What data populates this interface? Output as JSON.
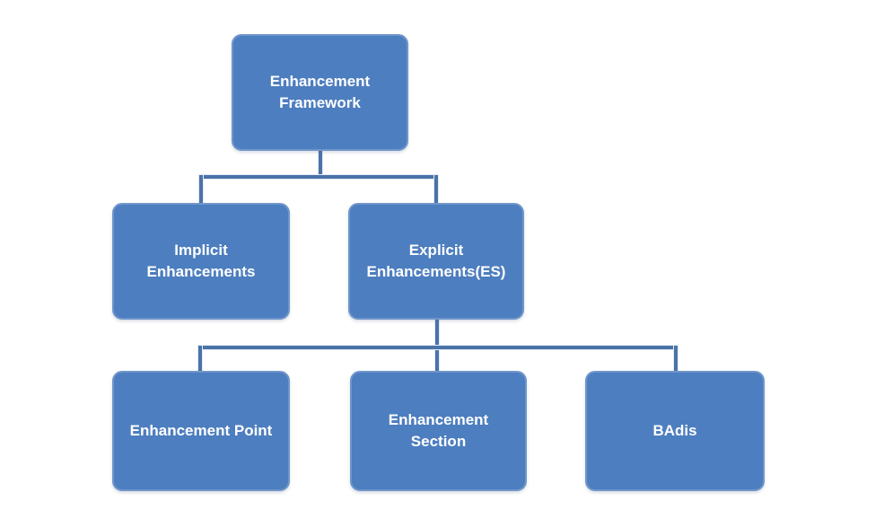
{
  "diagram": {
    "type": "org-chart",
    "colors": {
      "node_fill": "#4d7ebf",
      "node_border": "#7096cb",
      "connector": "#4a73a8",
      "text": "#ffffff",
      "background": "#ffffff"
    },
    "nodes": {
      "root": "Enhancement Framework",
      "implicit": "Implicit Enhancements",
      "explicit": "Explicit Enhancements(ES)",
      "point": "Enhancement Point",
      "section": "Enhancement Section",
      "badis": "BAdis"
    },
    "edges": [
      {
        "from": "Enhancement Framework",
        "to": "Implicit Enhancements"
      },
      {
        "from": "Enhancement Framework",
        "to": "Explicit Enhancements(ES)"
      },
      {
        "from": "Explicit Enhancements(ES)",
        "to": "Enhancement Point"
      },
      {
        "from": "Explicit Enhancements(ES)",
        "to": "Enhancement Section"
      },
      {
        "from": "Explicit Enhancements(ES)",
        "to": "BAdis"
      }
    ]
  }
}
